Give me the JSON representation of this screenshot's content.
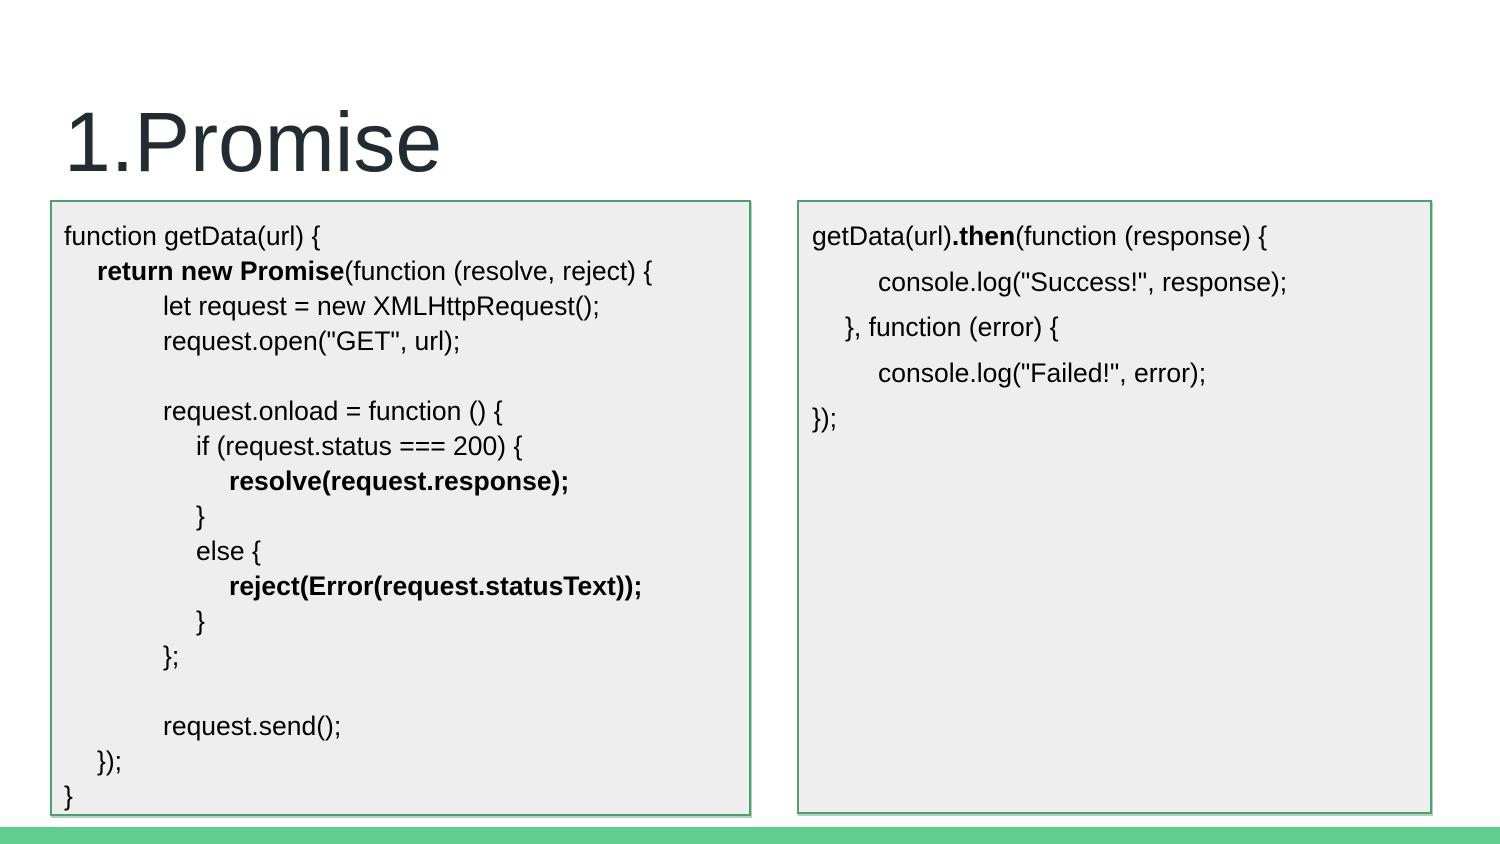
{
  "slide": {
    "title": "1.Promise",
    "title_color": "#232c31",
    "accent_bar_color": "#5fce8f",
    "code_box_border_color": "#4ea06c",
    "code_box_background": "#eeeeee"
  },
  "code_boxes": {
    "promise_definition": {
      "lines": [
        {
          "indent": 0,
          "segments": [
            {
              "text": "function getData(url) {",
              "bold": false
            }
          ]
        },
        {
          "indent": 1,
          "segments": [
            {
              "text": "return new Promise",
              "bold": true
            },
            {
              "text": "(function (resolve, reject) {",
              "bold": false
            }
          ]
        },
        {
          "indent": 3,
          "segments": [
            {
              "text": "let request = new XMLHttpRequest();",
              "bold": false
            }
          ]
        },
        {
          "indent": 3,
          "segments": [
            {
              "text": "request.open(\"GET\", url);",
              "bold": false
            }
          ]
        },
        {
          "indent": 0,
          "blank": true,
          "segments": []
        },
        {
          "indent": 3,
          "segments": [
            {
              "text": "request.onload = function () {",
              "bold": false
            }
          ]
        },
        {
          "indent": 4,
          "segments": [
            {
              "text": "if (request.status === 200) {",
              "bold": false
            }
          ]
        },
        {
          "indent": 5,
          "segments": [
            {
              "text": "resolve(request.response);",
              "bold": true
            }
          ]
        },
        {
          "indent": 4,
          "segments": [
            {
              "text": "}",
              "bold": false
            }
          ]
        },
        {
          "indent": 4,
          "segments": [
            {
              "text": "else {",
              "bold": false
            }
          ]
        },
        {
          "indent": 5,
          "segments": [
            {
              "text": "reject(Error(request.statusText));",
              "bold": true
            }
          ]
        },
        {
          "indent": 4,
          "segments": [
            {
              "text": "}",
              "bold": false
            }
          ]
        },
        {
          "indent": 3,
          "segments": [
            {
              "text": "};",
              "bold": false
            }
          ]
        },
        {
          "indent": 0,
          "blank": true,
          "segments": []
        },
        {
          "indent": 3,
          "segments": [
            {
              "text": "request.send();",
              "bold": false
            }
          ]
        },
        {
          "indent": 1,
          "segments": [
            {
              "text": "});",
              "bold": false
            }
          ]
        },
        {
          "indent": 0,
          "segments": [
            {
              "text": "}",
              "bold": false
            }
          ]
        }
      ]
    },
    "promise_usage": {
      "lines": [
        {
          "indent": 0,
          "segments": [
            {
              "text": "getData(url)",
              "bold": false
            },
            {
              "text": ".then",
              "bold": true
            },
            {
              "text": "(function (response) {",
              "bold": false
            }
          ]
        },
        {
          "indent": 2,
          "segments": [
            {
              "text": "console.log(\"Success!\", response);",
              "bold": false
            }
          ]
        },
        {
          "indent": 1,
          "segments": [
            {
              "text": "}, function (error) {",
              "bold": false
            }
          ]
        },
        {
          "indent": 2,
          "segments": [
            {
              "text": "console.log(\"Failed!\", error);",
              "bold": false
            }
          ]
        },
        {
          "indent": 0,
          "segments": [
            {
              "text": "});",
              "bold": false
            }
          ]
        }
      ]
    }
  }
}
